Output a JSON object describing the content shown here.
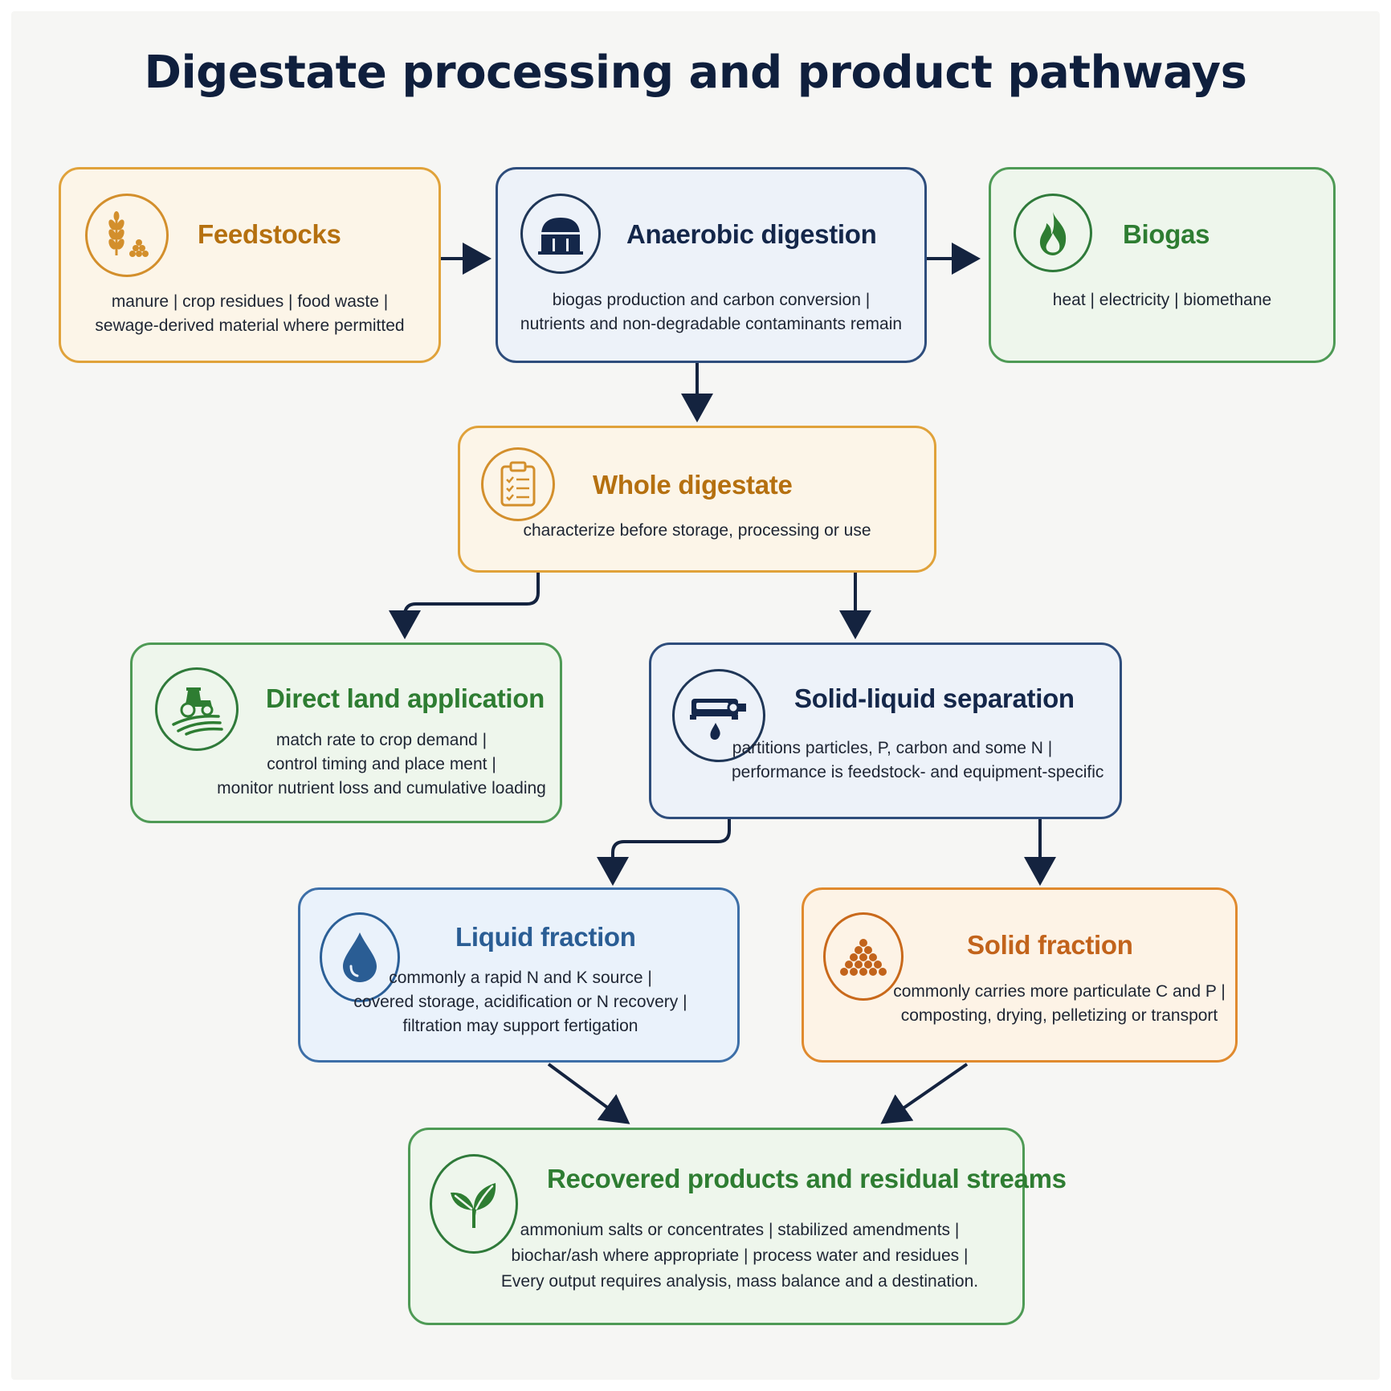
{
  "title": "Digestate processing and product pathways",
  "nodes": {
    "feedstocks": {
      "title": "Feedstocks",
      "lines": [
        "manure | crop residues | food waste |",
        "sewage-derived material where permitted"
      ],
      "icon": "wheat-and-grain-pile-icon"
    },
    "anaerobic_digestion": {
      "title": "Anaerobic digestion",
      "lines": [
        "biogas production and carbon conversion |",
        "nutrients and non-degradable contaminants remain"
      ],
      "icon": "digester-dome-icon"
    },
    "biogas": {
      "title": "Biogas",
      "lines": [
        "heat | electricity | biomethane"
      ],
      "icon": "flame-icon"
    },
    "whole_digestate": {
      "title": "Whole digestate",
      "lines": [
        "characterize before storage, processing or use"
      ],
      "icon": "clipboard-checklist-icon"
    },
    "direct_land_application": {
      "title": "Direct land application",
      "lines": [
        "match rate to crop demand |",
        "control timing and place ment |",
        "monitor nutrient loss and cumulative loading"
      ],
      "icon": "tractor-field-icon"
    },
    "solid_liquid_separation": {
      "title": "Solid-liquid separation",
      "lines": [
        "partitions particles, P, carbon and some N |",
        "performance is feedstock- and equipment-specific"
      ],
      "icon": "separator-machine-icon"
    },
    "liquid_fraction": {
      "title": "Liquid fraction",
      "lines": [
        "commonly a rapid N and K source |",
        "covered storage, acidification or N recovery |",
        "filtration may support fertigation"
      ],
      "icon": "water-drop-icon"
    },
    "solid_fraction": {
      "title": "Solid fraction",
      "lines": [
        "commonly carries more particulate C and P |",
        "composting, drying, pelletizing or transport"
      ],
      "icon": "pellet-pile-icon"
    },
    "recovered_products": {
      "title": "Recovered products and residual streams",
      "lines": [
        "ammonium salts or concentrates | stabilized amendments |",
        "biochar/ash where appropriate | process water and residues |",
        "Every output requires analysis, mass balance and a destination."
      ],
      "icon": "leaf-sprout-icon"
    }
  },
  "edges": [
    {
      "from": "Feedstocks",
      "to": "Anaerobic digestion"
    },
    {
      "from": "Anaerobic digestion",
      "to": "Biogas"
    },
    {
      "from": "Anaerobic digestion",
      "to": "Whole digestate"
    },
    {
      "from": "Whole digestate",
      "to": "Direct land application"
    },
    {
      "from": "Whole digestate",
      "to": "Solid-liquid separation"
    },
    {
      "from": "Solid-liquid separation",
      "to": "Liquid fraction"
    },
    {
      "from": "Solid-liquid separation",
      "to": "Solid fraction"
    },
    {
      "from": "Liquid fraction",
      "to": "Recovered products and residual streams"
    },
    {
      "from": "Solid fraction",
      "to": "Recovered products and residual streams"
    }
  ],
  "colors": {
    "arrow": "#14233f",
    "orange": "#e0a23a",
    "navy": "#2e4d7c",
    "green": "#4e9a55",
    "light_blue": "#3d6fa8",
    "dark_orange": "#e08a2e"
  }
}
